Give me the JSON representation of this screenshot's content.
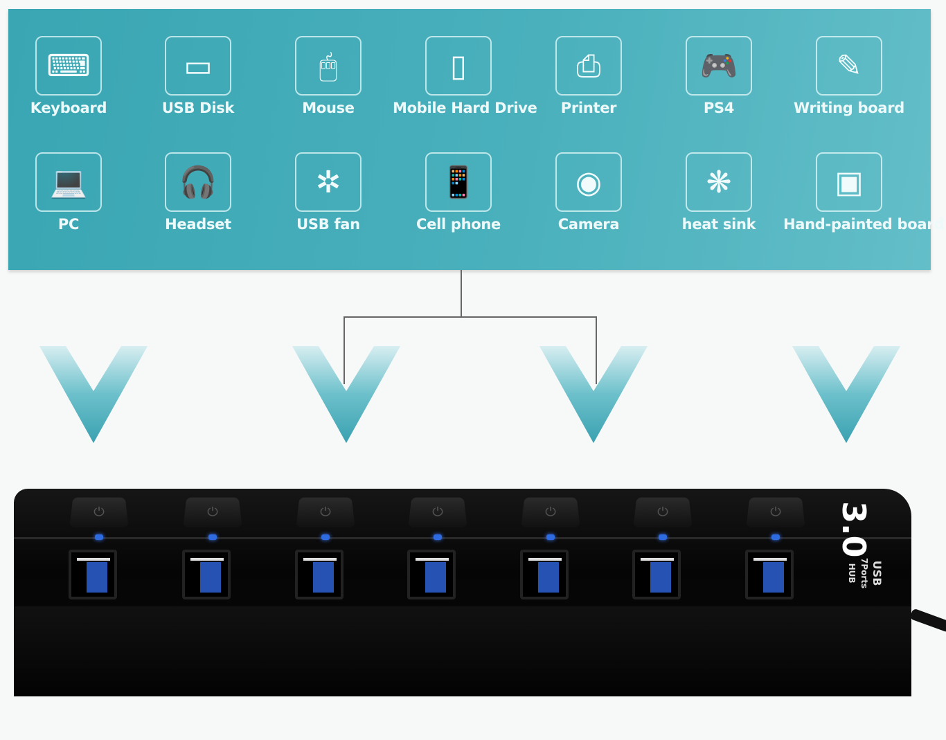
{
  "devices": [
    {
      "label": "Keyboard",
      "icon": "keyboard-icon",
      "glyph": "⌨"
    },
    {
      "label": "USB Disk",
      "icon": "usb-disk-icon",
      "glyph": "▭"
    },
    {
      "label": "Mouse",
      "icon": "mouse-icon",
      "glyph": "🖱"
    },
    {
      "label": "Mobile Hard Drive",
      "icon": "hard-drive-icon",
      "glyph": "▯"
    },
    {
      "label": "Printer",
      "icon": "printer-icon",
      "glyph": "⎙"
    },
    {
      "label": "PS4",
      "icon": "gamepad-icon",
      "glyph": "🎮"
    },
    {
      "label": "Writing board",
      "icon": "writing-board-icon",
      "glyph": "✎"
    },
    {
      "label": "PC",
      "icon": "laptop-icon",
      "glyph": "💻"
    },
    {
      "label": "Headset",
      "icon": "headset-icon",
      "glyph": "🎧"
    },
    {
      "label": "USB fan",
      "icon": "fan-icon",
      "glyph": "✲"
    },
    {
      "label": "Cell phone",
      "icon": "phone-icon",
      "glyph": "📱"
    },
    {
      "label": "Camera",
      "icon": "webcam-icon",
      "glyph": "◉"
    },
    {
      "label": "heat sink",
      "icon": "heat-sink-icon",
      "glyph": "❋"
    },
    {
      "label": "Hand-painted board",
      "icon": "drawing-tablet-icon",
      "glyph": "▣"
    }
  ],
  "hub": {
    "version": "3.0",
    "brand": "USB",
    "ports_label": "7Ports HUB",
    "port_count": 7
  },
  "colors": {
    "panel": "#3aa6b3",
    "chevron": "#5fb9c6",
    "led": "#2f6be0"
  }
}
